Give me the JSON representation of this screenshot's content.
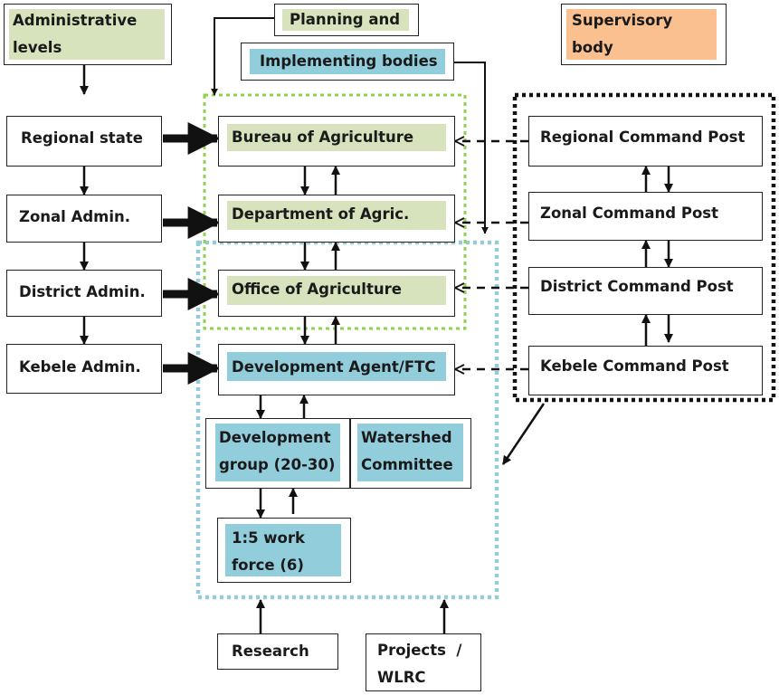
{
  "header": {
    "admin_levels": "Administrative levels",
    "planning_line1": "Planning and",
    "planning_line2": "Implementing bodies",
    "supervisory": "Supervisory body"
  },
  "admin": {
    "regional": "Regional state",
    "zonal": "Zonal Admin.",
    "district": "District Admin.",
    "kebele": "Kebele Admin."
  },
  "planning": {
    "bureau": "Bureau of Agriculture",
    "department": "Department of Agric.",
    "office": "Office of Agriculture",
    "dev_agent": "Development Agent/FTC",
    "dev_group": "Development group (20-30)",
    "watershed": "Watershed Committee",
    "workforce": "1:5 work force (6)"
  },
  "command": {
    "regional": "Regional Command Post",
    "zonal": "Zonal Command Post",
    "district": "District Command Post",
    "kebele": "Kebele Command Post"
  },
  "inputs": {
    "research": "Research",
    "projects": "Projects  /  WLRC"
  },
  "colors": {
    "green_fill": "#d6e3bc",
    "blue_fill": "#92cddc",
    "orange_fill": "#fac090",
    "green_frame": "#92d050",
    "blue_frame": "#92cddc"
  }
}
